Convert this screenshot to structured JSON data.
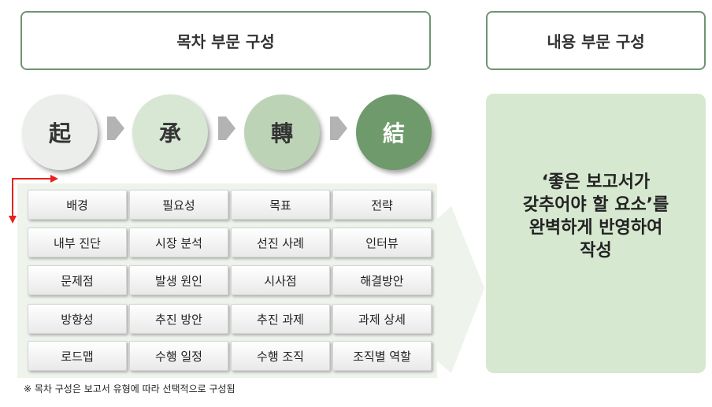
{
  "header": {
    "left_title": "목차 부문 구성",
    "right_title": "내용 부문 구성"
  },
  "stages": [
    {
      "label": "起",
      "fill": "#ebeeea",
      "color": "#333333"
    },
    {
      "label": "承",
      "fill": "#d8e6d4",
      "color": "#333333"
    },
    {
      "label": "轉",
      "fill": "#bcd4b5",
      "color": "#333333"
    },
    {
      "label": "結",
      "fill": "#6f9a6c",
      "color": "#ffffff"
    }
  ],
  "grid": [
    [
      "배경",
      "필요성",
      "목표",
      "전략"
    ],
    [
      "내부 진단",
      "시장 분석",
      "선진 사례",
      "인터뷰"
    ],
    [
      "문제점",
      "발생 원인",
      "시사점",
      "해결방안"
    ],
    [
      "방향성",
      "추진 방안",
      "추진 과제",
      "과제 상세"
    ],
    [
      "로드맵",
      "수행 일정",
      "수행 조직",
      "조직별 역할"
    ]
  ],
  "content": {
    "text": "‘좋은 보고서가\n갖추어야 할 요소’를\n완벽하게 반영하여\n작성"
  },
  "footnote": "※ 목차 구성은 보고서 유형에 따라 선택적으로 구성됨",
  "colors": {
    "accent_green": "#6f9470",
    "content_bg": "#d6e8d0",
    "chevron": "#b3b3b3",
    "bracket_red": "#e8211d"
  }
}
